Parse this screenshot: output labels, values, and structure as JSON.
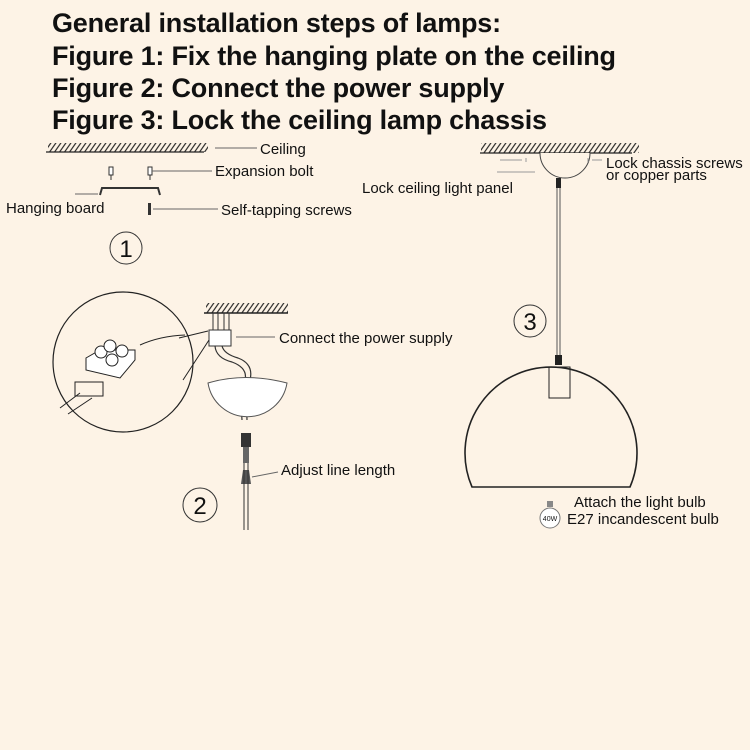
{
  "titles": [
    "General installation steps of lamps:",
    "Figure 1: Fix the hanging plate on the ceiling",
    "Figure 2: Connect the power supply",
    "Figure 3: Lock the ceiling lamp chassis"
  ],
  "figure1": {
    "number": "1",
    "ceiling": "Ceiling",
    "expansion_bolt": "Expansion bolt",
    "hanging_board": "Hanging board",
    "self_tapping": "Self-tapping screws"
  },
  "figure2": {
    "number": "2",
    "connect": "Connect the power supply",
    "adjust": "Adjust line length"
  },
  "figure3": {
    "number": "3",
    "lock_screws_1": "Lock chassis screws",
    "lock_screws_2": "or copper parts",
    "lock_panel": "Lock ceiling light panel",
    "attach_bulb": "Attach the light bulb",
    "bulb_type": "E27 incandescent bulb",
    "bulb_wattage": "40W"
  }
}
